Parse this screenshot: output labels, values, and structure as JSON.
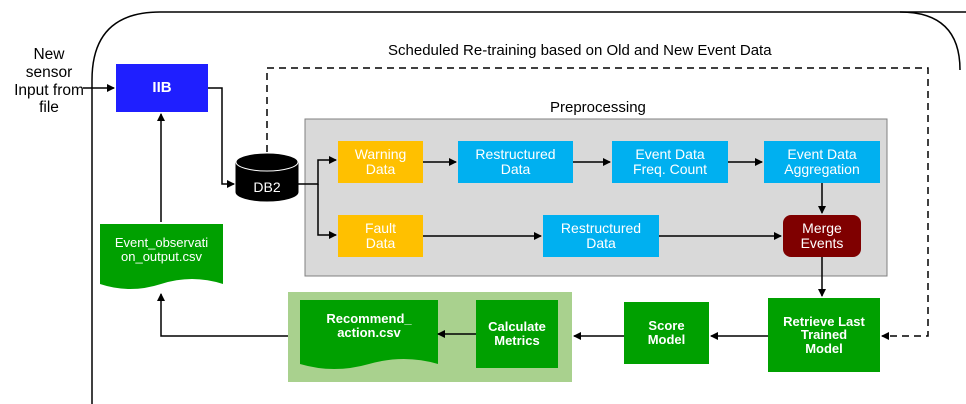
{
  "input_label": "New\nsensor\nInput from\nfile",
  "scheduled_label": "Scheduled Re-training based on Old and New Event Data",
  "preprocessing_label": "Preprocessing",
  "nodes": {
    "iib": "IIB",
    "db2": "DB2",
    "warning_data": "Warning\nData",
    "restructured_top": "Restructured\nData",
    "freq_count": "Event Data\nFreq. Count",
    "aggregation": "Event Data\nAggregation",
    "fault_data": "Fault\nData",
    "restructured_bottom": "Restructured\nData",
    "merge_events": "Merge\nEvents",
    "retrieve_model": "Retrieve Last\nTrained\nModel",
    "score_model": "Score\nModel",
    "calculate_metrics": "Calculate\nMetrics",
    "recommend_csv": "Recommend_\naction.csv",
    "event_csv": "Event_observati\non_output.csv"
  },
  "colors": {
    "iib_blue": "#1f1fff",
    "process_cyan": "#00b0f0",
    "data_orange": "#ffc000",
    "merge_darkred": "#7f0000",
    "output_green": "#00a000",
    "highlight_lightgreen": "#a9d18e",
    "preprocess_gray": "#d9d9d9"
  }
}
